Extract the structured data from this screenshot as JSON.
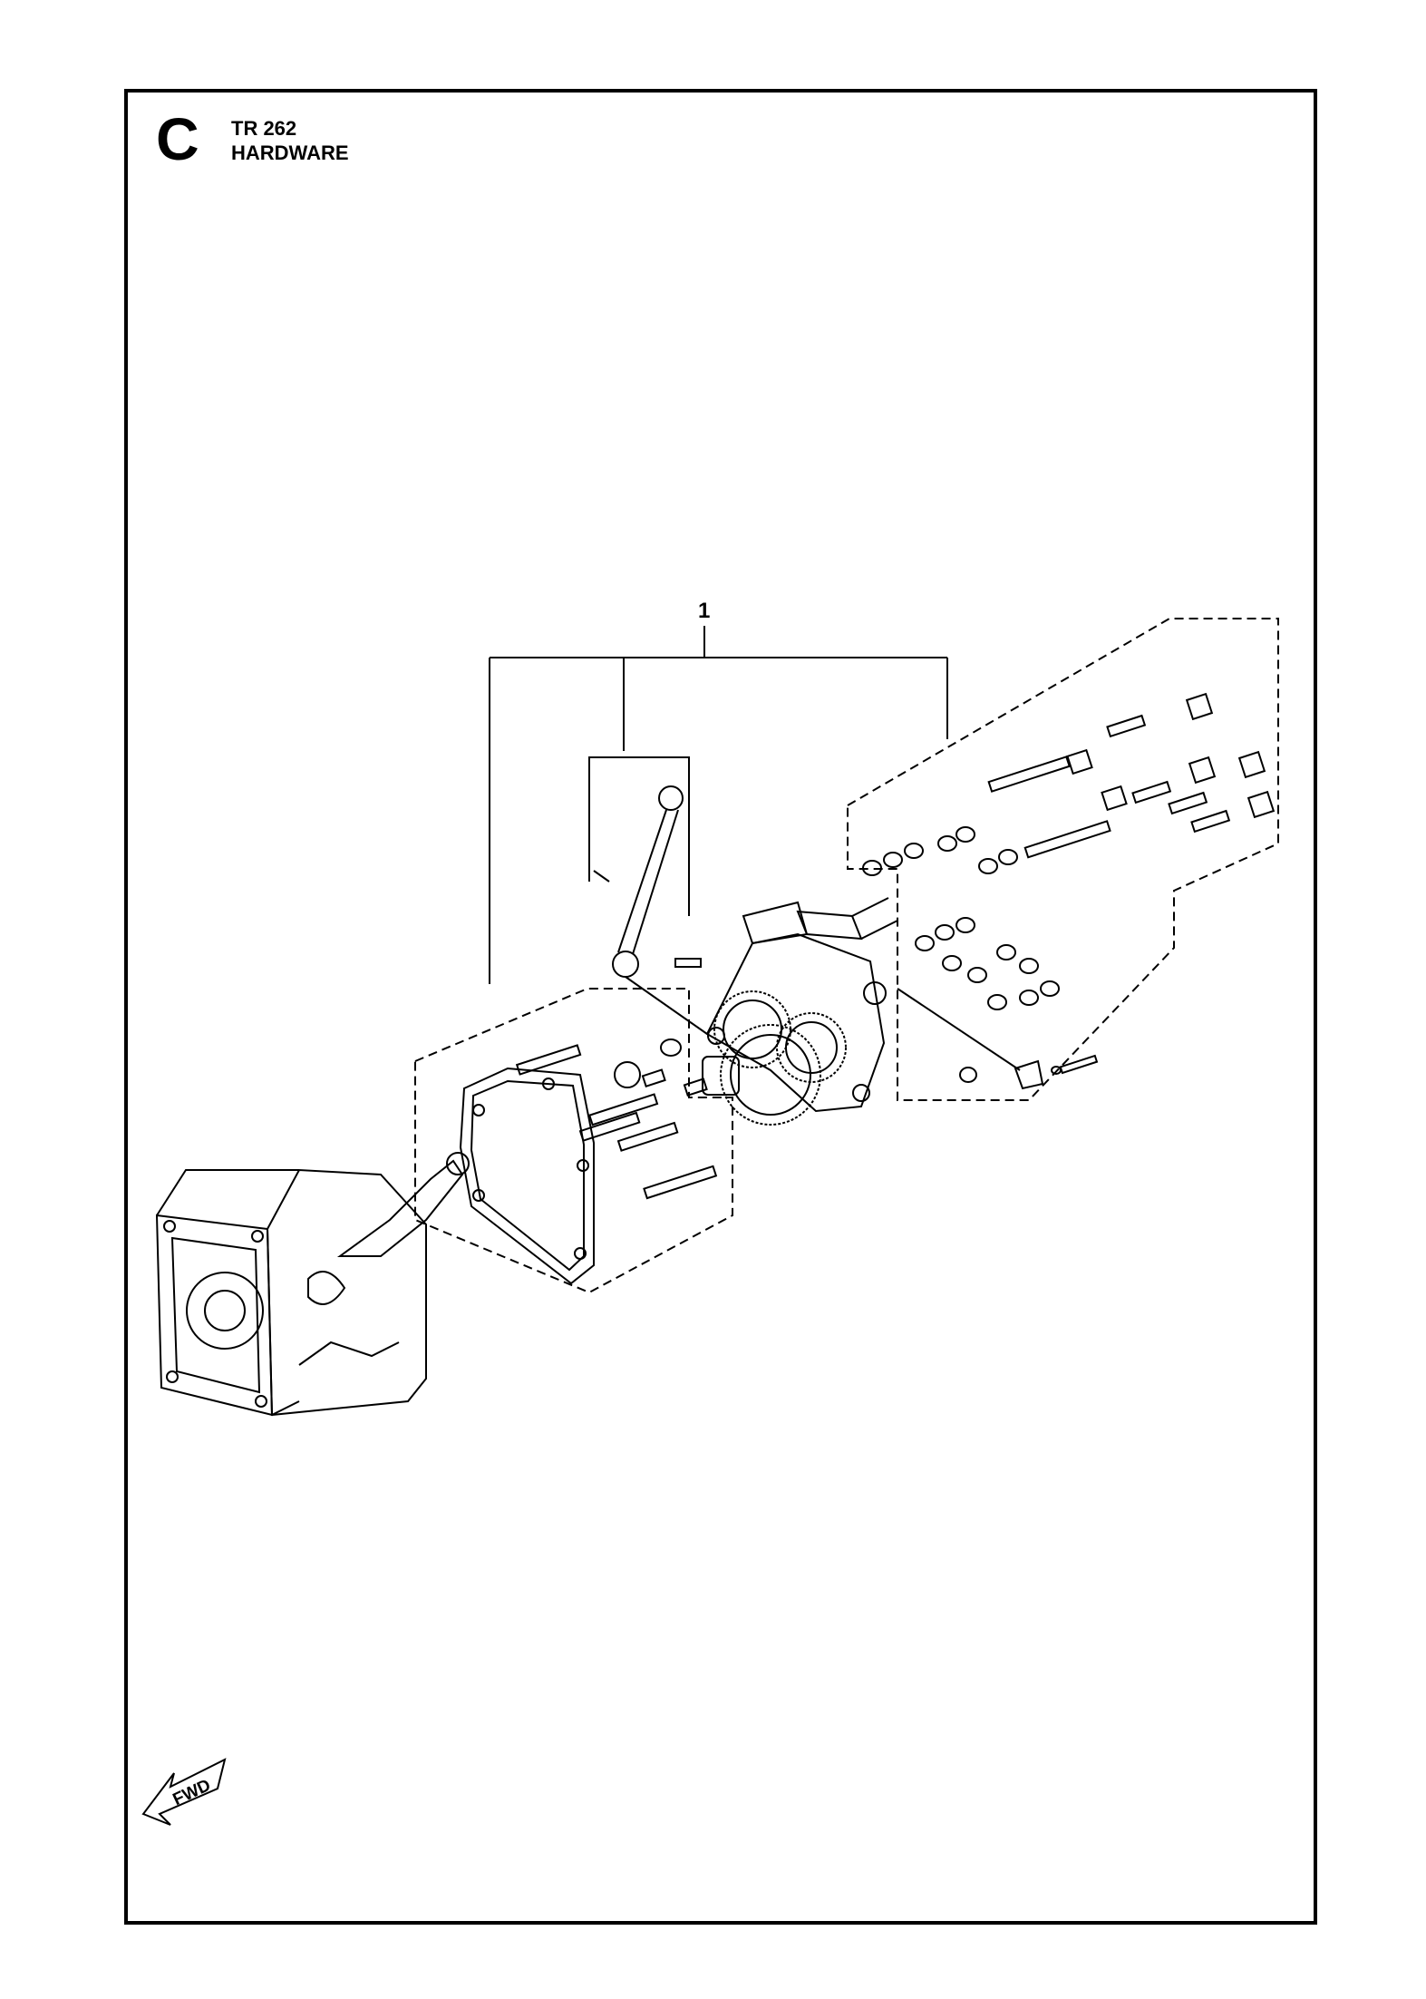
{
  "header": {
    "section_letter": "C",
    "model": "TR 262",
    "title": "HARDWARE"
  },
  "callouts": [
    {
      "number": "1"
    }
  ],
  "direction_indicator": {
    "label": "FWD",
    "icon": "arrow-icon"
  }
}
